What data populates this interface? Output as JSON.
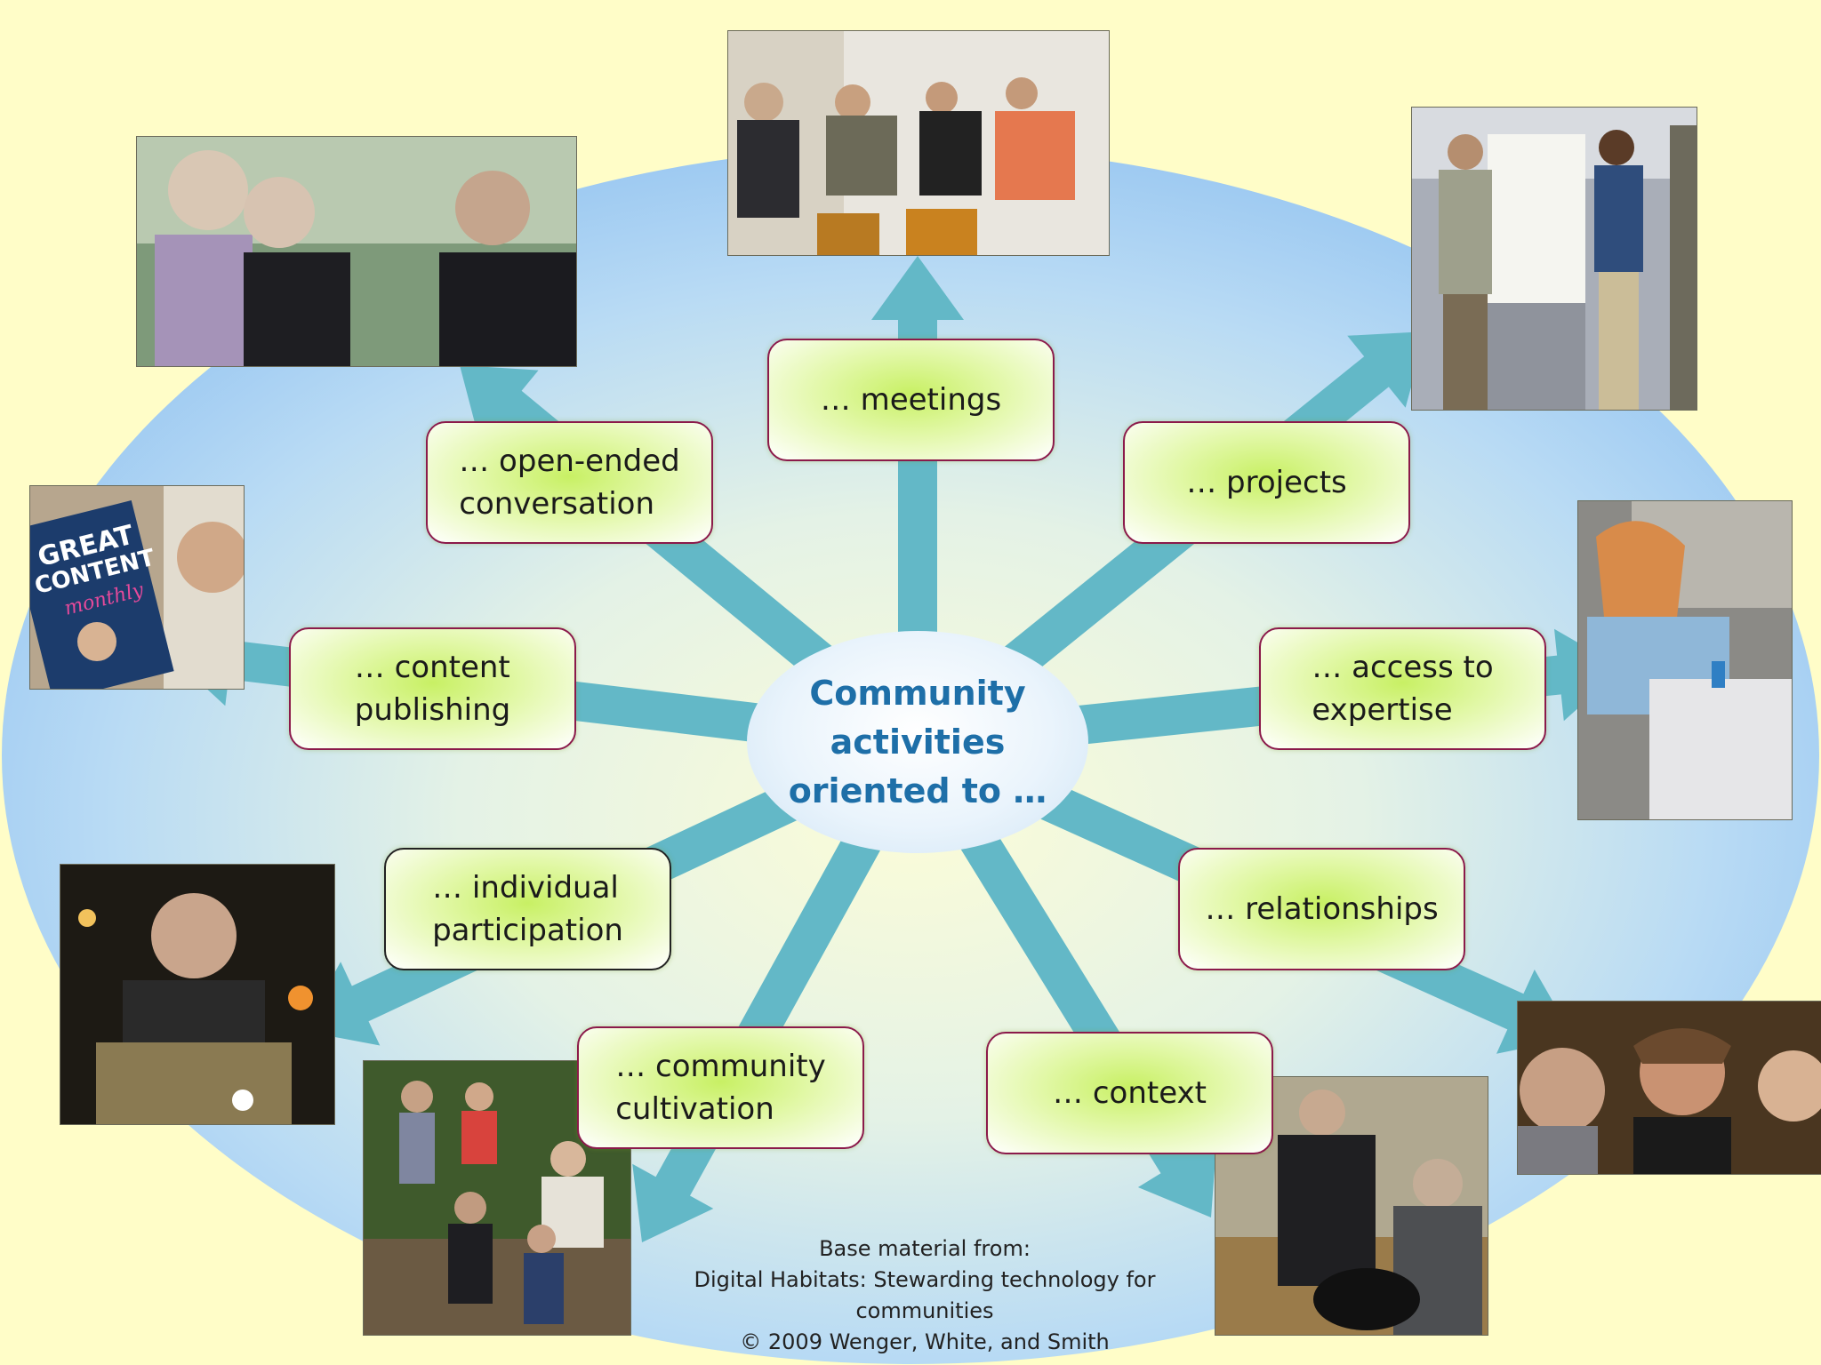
{
  "center": {
    "label": "Community\nactivities\noriented to …"
  },
  "activities": [
    {
      "id": "meetings",
      "label": "… meetings"
    },
    {
      "id": "projects",
      "label": "… projects"
    },
    {
      "id": "access",
      "label": "… access to\n   expertise"
    },
    {
      "id": "relationships",
      "label": "… relationships"
    },
    {
      "id": "context",
      "label": "… context"
    },
    {
      "id": "cultivation",
      "label": "… community\n   cultivation"
    },
    {
      "id": "individual",
      "label": "… individual\n   participation"
    },
    {
      "id": "content",
      "label": "… content\n   publishing"
    },
    {
      "id": "conversation",
      "label": "… open-ended\n  conversation"
    }
  ],
  "magazine": {
    "title1": "GREAT",
    "title2": "CONTENT",
    "title3": "monthly"
  },
  "credit": {
    "text": "Base material from:\nDigital Habitats: Stewarding technology for communities\n© 2009 Wenger, White, and Smith"
  },
  "colors": {
    "background": "#fffdc8",
    "ellipse": "#a3cdf5",
    "arrow": "#63b8c7",
    "box_border": "#8b1a4a",
    "hub_text": "#1e6fa8"
  }
}
